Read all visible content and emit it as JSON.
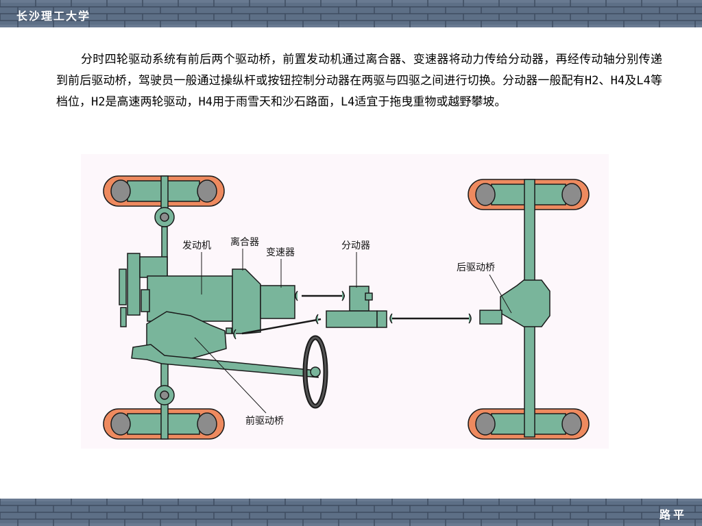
{
  "header": {
    "school": "长沙理工大学"
  },
  "footer": {
    "author": "路平"
  },
  "content": {
    "paragraph": "分时四轮驱动系统有前后两个驱动桥，前置发动机通过离合器、变速器将动力传给分动器，再经传动轴分别传递到前后驱动桥，驾驶员一般通过操纵杆或按钮控制分动器在两驱与四驱之间进行切换。分动器一般配有H2、H4及L4等档位，H2是高速两轮驱动，H4用于雨雪天和沙石路面，L4适宜于拖曳重物或越野攀坡。"
  },
  "diagram": {
    "labels": {
      "engine": "发动机",
      "clutch": "离合器",
      "gearbox": "变速器",
      "transfer_case": "分动器",
      "rear_axle": "后驱动桥",
      "front_axle": "前驱动桥"
    },
    "colors": {
      "component_fill": "#79b59b",
      "tire_fill": "#ee8a5f",
      "hub_fill": "#8c8c8c",
      "background": "#fdf7fb",
      "band": "#5d6f86"
    }
  }
}
